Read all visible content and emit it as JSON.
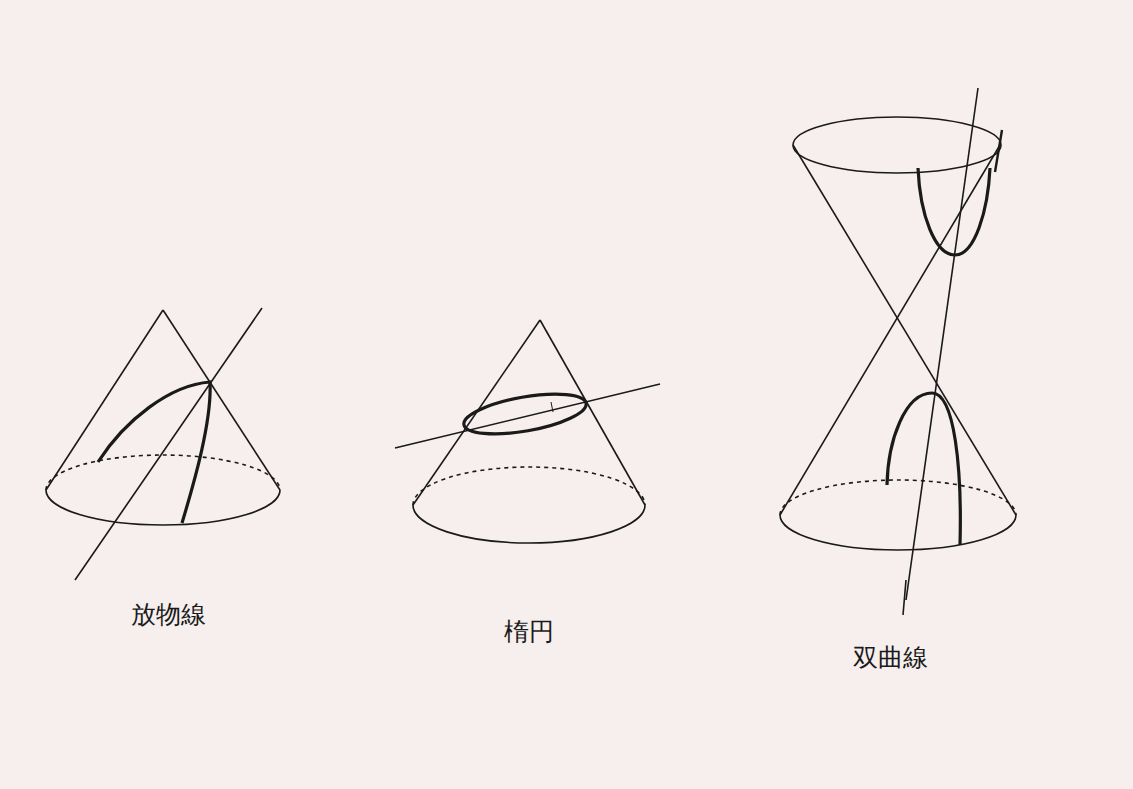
{
  "diagram": {
    "labels": [
      "放物線",
      "楕円",
      "双曲線"
    ]
  }
}
